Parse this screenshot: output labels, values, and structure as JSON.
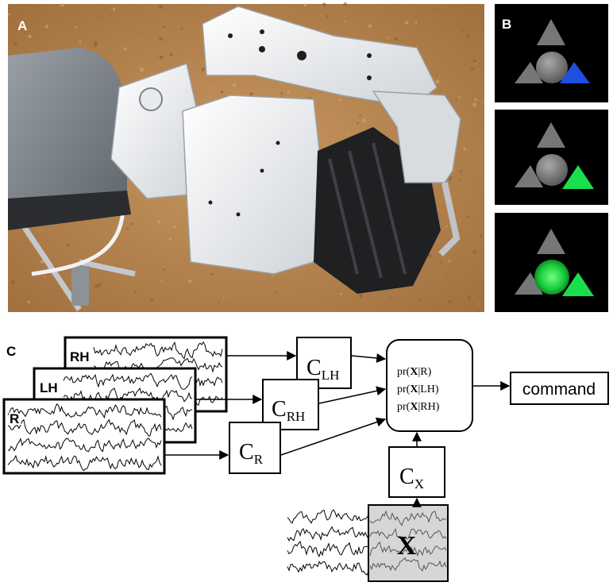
{
  "panels": {
    "a_label": "A",
    "b_label": "B",
    "c_label": "C"
  },
  "panel_b": {
    "frames": [
      {
        "center": "gray",
        "right_triangle": "blue"
      },
      {
        "center": "gray",
        "right_triangle": "green"
      },
      {
        "center": "green",
        "right_triangle": "green"
      }
    ]
  },
  "diagram": {
    "eeg_stacks": [
      {
        "label": "RH"
      },
      {
        "label": "LH"
      },
      {
        "label": "R"
      }
    ],
    "classifiers": {
      "c_lh": {
        "base": "C",
        "sub": "LH"
      },
      "c_rh": {
        "base": "C",
        "sub": "RH"
      },
      "c_r": {
        "base": "C",
        "sub": "R"
      },
      "c_x": {
        "base": "C",
        "sub": "X"
      }
    },
    "probabilities": [
      {
        "prefix": "pr(",
        "var": "X",
        "rest": "|R)"
      },
      {
        "prefix": "pr(",
        "var": "X",
        "rest": "|LH)"
      },
      {
        "prefix": "pr(",
        "var": "X",
        "rest": "|RH)"
      }
    ],
    "output": "command",
    "unknown_signal": "X"
  },
  "colors": {
    "blue_triangle": "#1f4fe0",
    "green_triangle": "#19e04a",
    "gray_shape": "#7a7a7a",
    "panel_b_bg": "#000000",
    "photo_floor": "#b9864f"
  }
}
